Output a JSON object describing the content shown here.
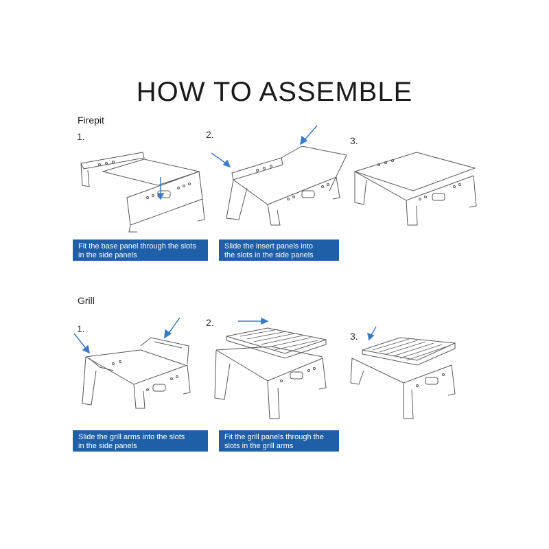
{
  "title": "HOW TO ASSEMBLE",
  "sections": {
    "firepit": {
      "label": "Firepit",
      "steps": [
        "1.",
        "2.",
        "3."
      ],
      "captions": [
        "Fit the base panel through the slots\nin the side panels",
        "Slide the insert panels into\nthe slots in the side panels"
      ]
    },
    "grill": {
      "label": "Grill",
      "steps": [
        "1.",
        "2.",
        "3."
      ],
      "captions": [
        "Slide the grill arms into the slots\nin the side panels",
        "Fit the grill panels through the\nslots in the grill arms"
      ]
    }
  },
  "colors": {
    "caption_bg": "#1f5fa8",
    "arrow": "#3a7cc4",
    "line": "#555555"
  }
}
